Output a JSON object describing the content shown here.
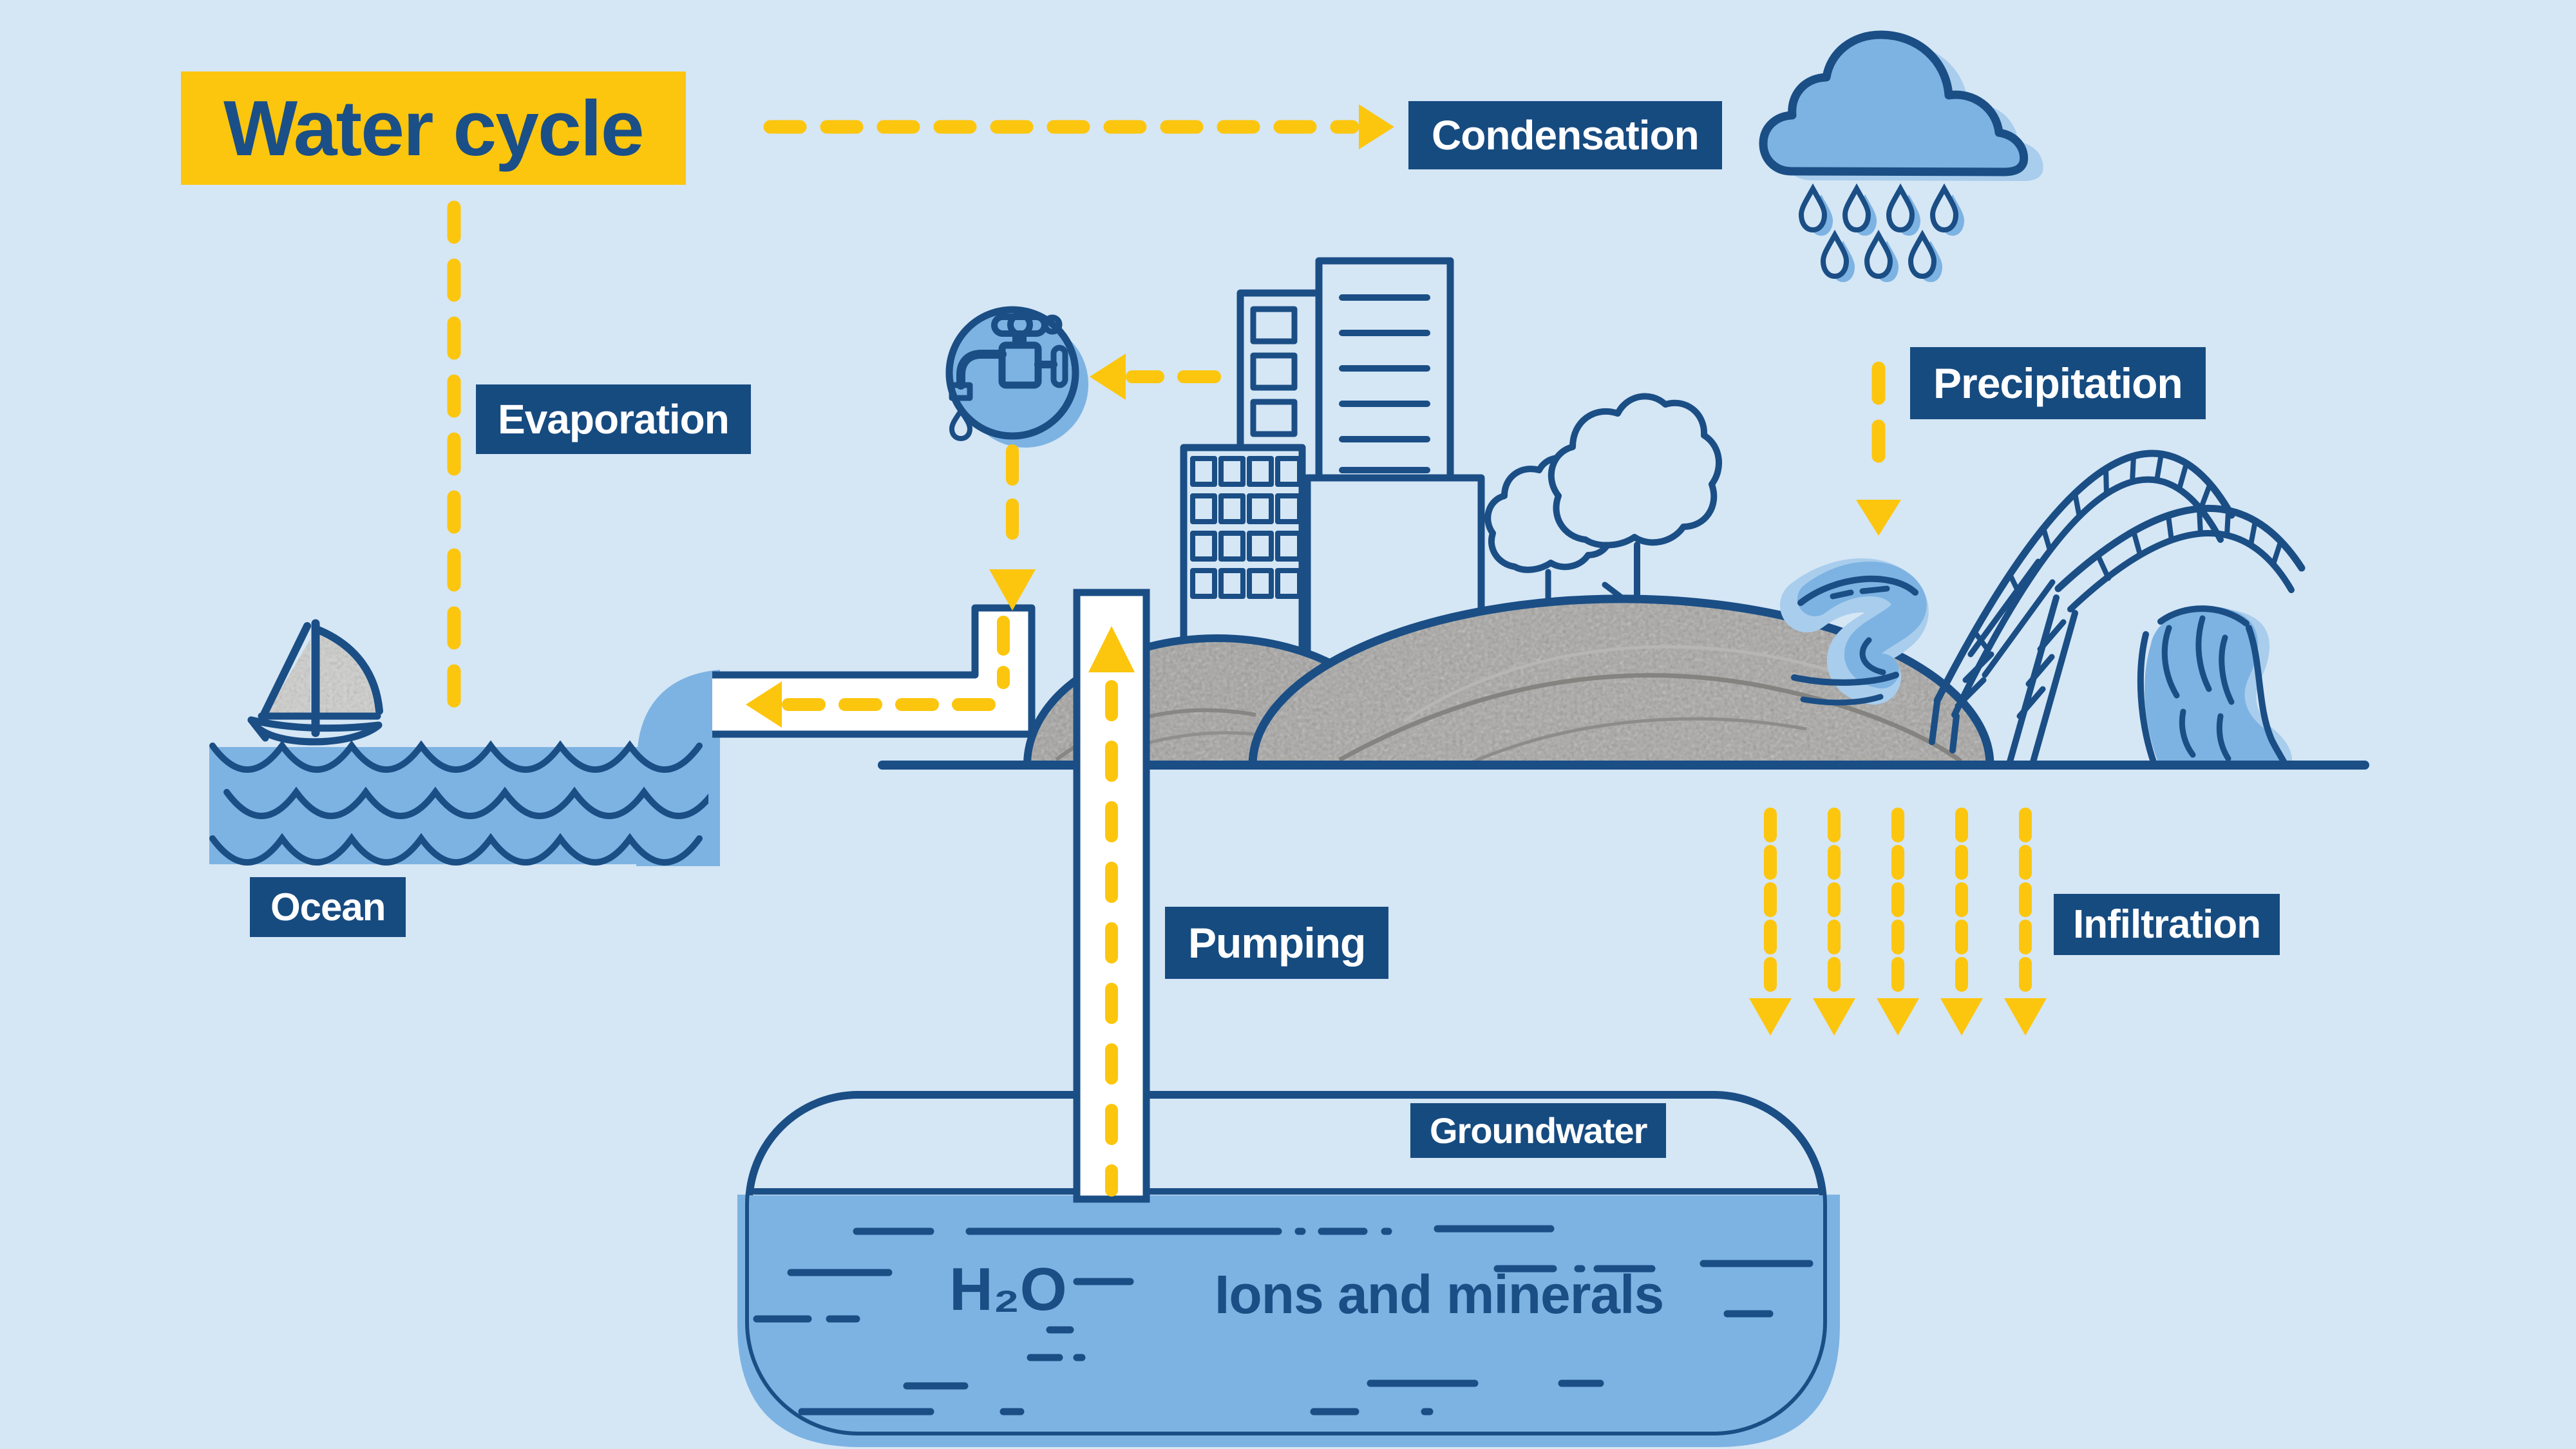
{
  "title": "Water cycle",
  "labels": {
    "condensation": "Condensation",
    "evaporation": "Evaporation",
    "precipitation": "Precipitation",
    "ocean": "Ocean",
    "pumping": "Pumping",
    "infiltration": "Infiltration",
    "groundwater": "Groundwater",
    "h2o": "H₂O",
    "ions": "Ions and minerals"
  },
  "icons": {
    "cloud": "rain-cloud-icon",
    "faucet": "faucet-icon",
    "boat": "sailboat-icon",
    "city": "city-buildings",
    "bridge": "arch-bridges",
    "tank": "groundwater-tank",
    "pump": "pumping-pipe",
    "outflow": "outflow-pipe",
    "arrows": "yellow-dashed-flow-arrows"
  },
  "colors": {
    "background": "#d5e6f5",
    "navy": "#1a4e85",
    "label_bg": "#164b80",
    "accent_yellow": "#fcc60e",
    "water_blue": "#7db3e2",
    "water_blue_light": "#a9cdec",
    "white": "#ffffff"
  }
}
